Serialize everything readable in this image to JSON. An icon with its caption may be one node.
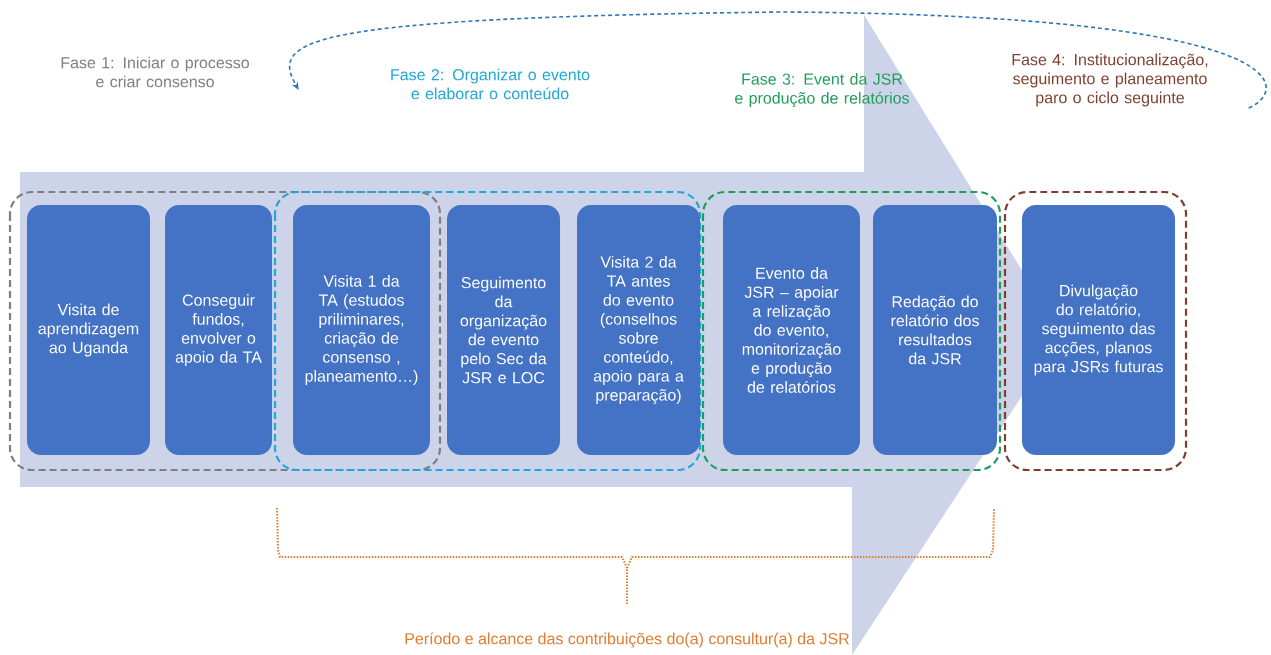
{
  "diagram": {
    "nodes": [
      {
        "text": [
          "Fase 1: Iniciar o processo e criar consenso"
        ]
      },
      {
        "text": [
          "Fase 2: Organizar o evento e elaborar o conteúdo"
        ]
      },
      {
        "text": [
          "Fase 3: Event da JSR e produção de relatórios"
        ]
      },
      {
        "text": [
          "Fase 4: Institucionalização, seguimento e planeamento paro o ciclo seguinte"
        ]
      },
      {
        "text": [
          "Visita de aprendizagem ao Uganda"
        ]
      },
      {
        "text": [
          "Conseguir fundos, envolver o apoio da TA"
        ]
      },
      {
        "text": [
          "Visita 1 da TA (estudos priliminares, criação de consenso , planeamento…)"
        ]
      },
      {
        "text": [
          "Seguimento da organização de evento pelo Sec da JSR e LOC"
        ]
      },
      {
        "text": [
          "Visita 2 da TA antes do evento (conselhos sobre conteúdo, apoio para a preparação)"
        ]
      },
      {
        "text": [
          "Evento da JSR – apoiar a relização do evento, monitorização e produção de relatórios"
        ]
      },
      {
        "text": [
          "Redação do relatório dos resultados da JSR"
        ]
      },
      {
        "text": [
          "Divulgação do relatório, seguimento das acções, planos para JSRs futuras"
        ]
      }
    ],
    "edges": [
      {
        "from": 3,
        "to": 0,
        "arrow": "to",
        "style": "dashed",
        "color": "#2e75b6"
      },
      {
        "from": 4,
        "to": 11,
        "arrow": "to",
        "style": "thick",
        "color": "#cdd3e8"
      }
    ],
    "labels": [
      "Período e alcance das contribuições do(a) consultur(a) da JSR"
    ]
  }
}
